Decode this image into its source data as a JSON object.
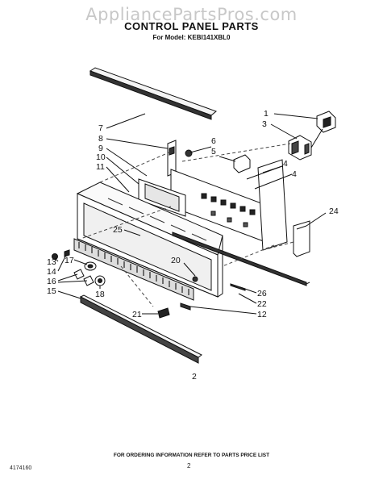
{
  "watermark": "AppliancePartsPros.com",
  "title": "CONTROL PANEL PARTS",
  "subtitle": "For Model: KEBI141XBL0",
  "footer_note": "FOR ORDERING INFORMATION REFER TO PARTS PRICE LIST",
  "doc_number": "4174160",
  "page_number": "2",
  "callouts": [
    {
      "id": "c1",
      "label": "1"
    },
    {
      "id": "c3",
      "label": "3"
    },
    {
      "id": "c7",
      "label": "7"
    },
    {
      "id": "c8",
      "label": "8"
    },
    {
      "id": "c9",
      "label": "9"
    },
    {
      "id": "c10",
      "label": "10"
    },
    {
      "id": "c11",
      "label": "11"
    },
    {
      "id": "c6",
      "label": "6"
    },
    {
      "id": "c5",
      "label": "5"
    },
    {
      "id": "c4a",
      "label": "4"
    },
    {
      "id": "c4b",
      "label": "4"
    },
    {
      "id": "c24",
      "label": "24"
    },
    {
      "id": "c25",
      "label": "25"
    },
    {
      "id": "c13",
      "label": "13"
    },
    {
      "id": "c14",
      "label": "14"
    },
    {
      "id": "c16",
      "label": "16"
    },
    {
      "id": "c15",
      "label": "15"
    },
    {
      "id": "c17",
      "label": "17"
    },
    {
      "id": "c18",
      "label": "18"
    },
    {
      "id": "c20",
      "label": "20"
    },
    {
      "id": "c26",
      "label": "26"
    },
    {
      "id": "c22",
      "label": "22"
    },
    {
      "id": "c12",
      "label": "12"
    },
    {
      "id": "c21",
      "label": "21"
    },
    {
      "id": "c2",
      "label": "2"
    }
  ]
}
